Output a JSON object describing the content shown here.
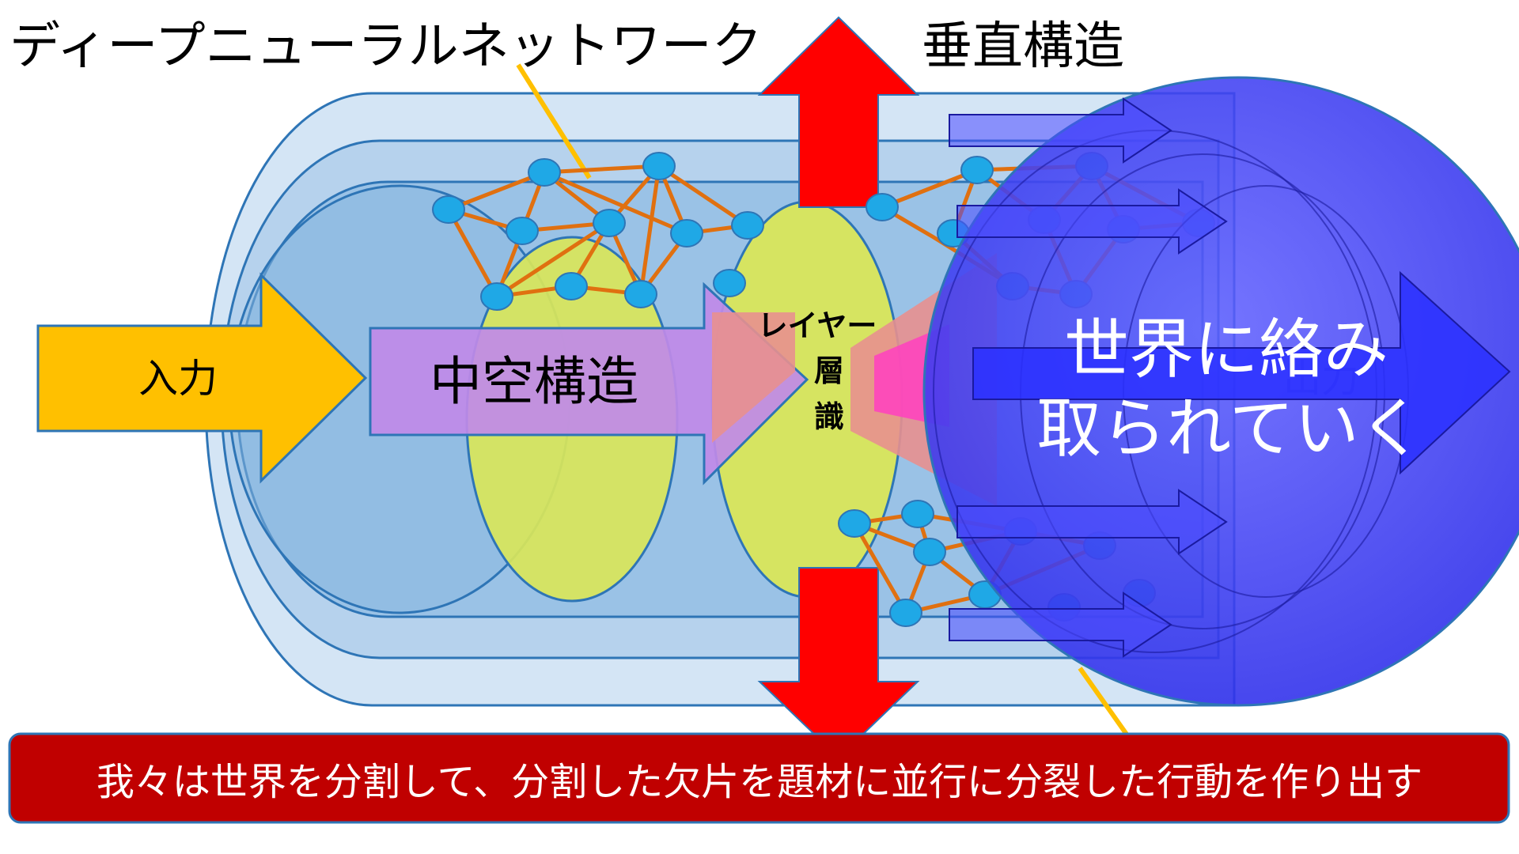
{
  "title_network": "ディープニューラルネットワーク",
  "title_vertical": "垂直構造",
  "label_input": "入力",
  "label_hollow": "中空構造",
  "label_layer": [
    "レイヤー",
    "層",
    "識"
  ],
  "label_output": "出力",
  "label_world": [
    "世界に絡み",
    "取られていく"
  ],
  "banner_text": "我々は世界を分割して、分割した欠片を題材に並行に分裂した行動を作り出す",
  "colors": {
    "cylinder_fill": "#9dc3e6",
    "cylinder_stroke": "#2e75b6",
    "yellow_ellipse": "#d9e65a",
    "input_arrow": "#ffc000",
    "purple_arrow": "#c08ae8",
    "pink_arrow": "#e8908f",
    "red_arrow": "#ff0000",
    "blue_sphere": "#3f3fff",
    "node": "#1fa8e6",
    "edge": "#e07010",
    "banner": "#c00000",
    "pointer": "#ffc000"
  }
}
